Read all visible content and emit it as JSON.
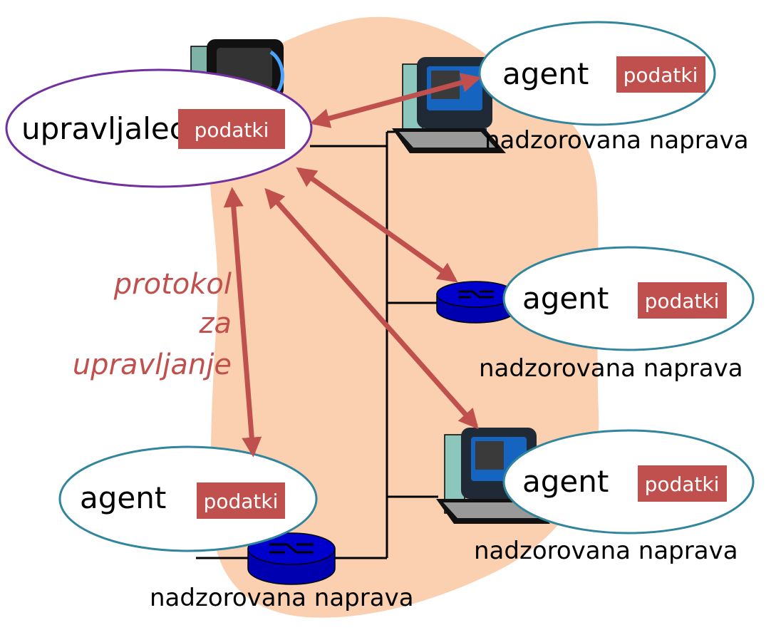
{
  "colors": {
    "blob": "#fad0b1",
    "arrow": "#c0504d",
    "tag": "#c0504d",
    "manager_border": "#7030a0",
    "agent_border": "#31859c",
    "router": "#0000cc",
    "monitor_frame": "#222222",
    "screen_blue": "#1565c0"
  },
  "icons": [
    "monitor-icon",
    "router-icon"
  ],
  "manager": {
    "label": "upravljalec",
    "tag": "podatki"
  },
  "protocol": {
    "line1": "protokol",
    "line2": "za",
    "line3": "upravljanje"
  },
  "agents": [
    {
      "label": "agent",
      "tag": "podatki",
      "device": "nadzorovana naprava",
      "device_icon": "monitor-icon"
    },
    {
      "label": "agent",
      "tag": "podatki",
      "device": "nadzorovana naprava",
      "device_icon": "router-icon"
    },
    {
      "label": "agent",
      "tag": "podatki",
      "device": "nadzorovana naprava",
      "device_icon": "monitor-icon"
    },
    {
      "label": "agent",
      "tag": "podatki",
      "device": "nadzorovana naprava",
      "device_icon": "router-icon"
    }
  ]
}
